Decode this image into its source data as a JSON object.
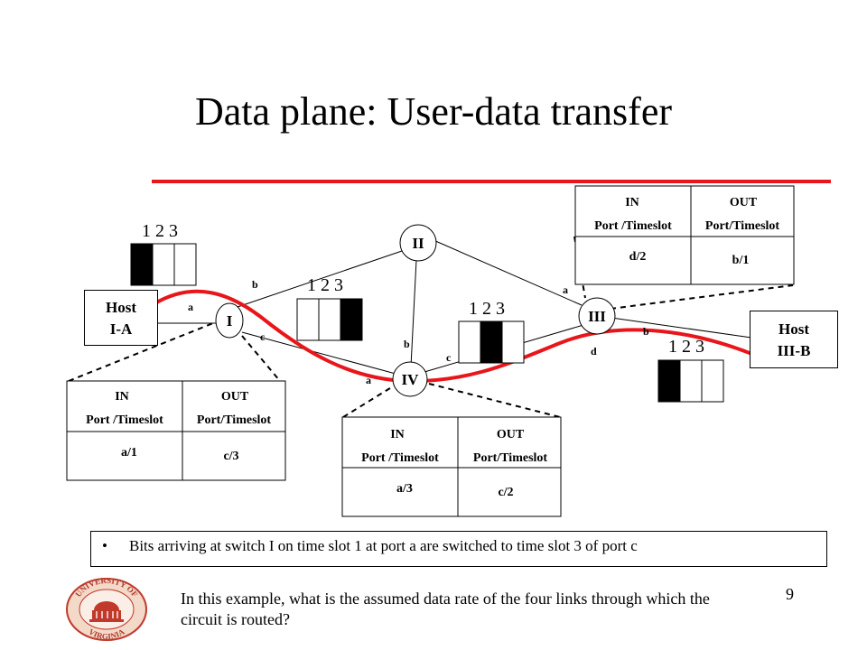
{
  "title": "Data plane: User-data transfer",
  "nodes": {
    "n1": "I",
    "n2": "II",
    "n3": "III",
    "n4": "IV"
  },
  "hosts": {
    "left_line1": "Host",
    "left_line2": "I-A",
    "right_line1": "Host",
    "right_line2": "III-B"
  },
  "ports": {
    "host_a_to_I": "a",
    "I_b": "b",
    "I_c": "c",
    "II_to_III_a": "a",
    "IV_b": "b",
    "IV_c": "c",
    "IV_a": "a",
    "III_d": "d",
    "III_b": "b"
  },
  "slot_numbers": "1 2 3",
  "frames": {
    "host_a": [
      1,
      0,
      0
    ],
    "I_to_IV": [
      0,
      0,
      1
    ],
    "IV_to_III": [
      0,
      1,
      0
    ],
    "III_to_host_b": [
      1,
      0,
      0
    ]
  },
  "tables": {
    "switch_I": {
      "in_h": "IN",
      "out_h": "OUT",
      "in_sub": "Port /Timeslot",
      "out_sub": "Port/Timeslot",
      "in_val": "a/1",
      "out_val": "c/3"
    },
    "switch_IV": {
      "in_h": "IN",
      "out_h": "OUT",
      "in_sub": "Port /Timeslot",
      "out_sub": "Port/Timeslot",
      "in_val": "a/3",
      "out_val": "c/2"
    },
    "switch_III": {
      "in_h": "IN",
      "out_h": "OUT",
      "in_sub": "Port /Timeslot",
      "out_sub": "Port/Timeslot",
      "in_val": "d/2",
      "out_val": "b/1"
    }
  },
  "bullet": "Bits arriving at switch I on time slot 1 at port a are switched to time slot 3 of port c",
  "question": "In this example, what is the assumed data rate of the four links through which the circuit is routed?",
  "page_number": "9",
  "seal": {
    "top_text": "UNIVERSITY OF",
    "bottom_text": "VIRGINIA"
  },
  "colors": {
    "circuit": "#e8161a",
    "frame_fill": "#000000"
  }
}
